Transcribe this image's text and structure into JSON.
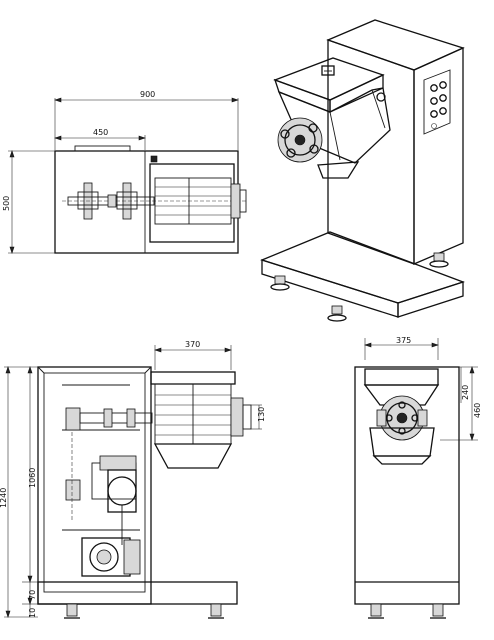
{
  "top_view": {
    "dim_overall_width": "900",
    "dim_half_width": "450",
    "dim_depth": "500"
  },
  "front_view": {
    "dim_hopper_width": "370",
    "dim_overall_height": "1240",
    "dim_upper_height": "1060",
    "dim_base_height": "70",
    "dim_foot_height": "10",
    "dim_rotor_dia": "130"
  },
  "side_view": {
    "dim_width": "375",
    "dim_hopper_height": "240",
    "dim_hopper_total": "460"
  }
}
